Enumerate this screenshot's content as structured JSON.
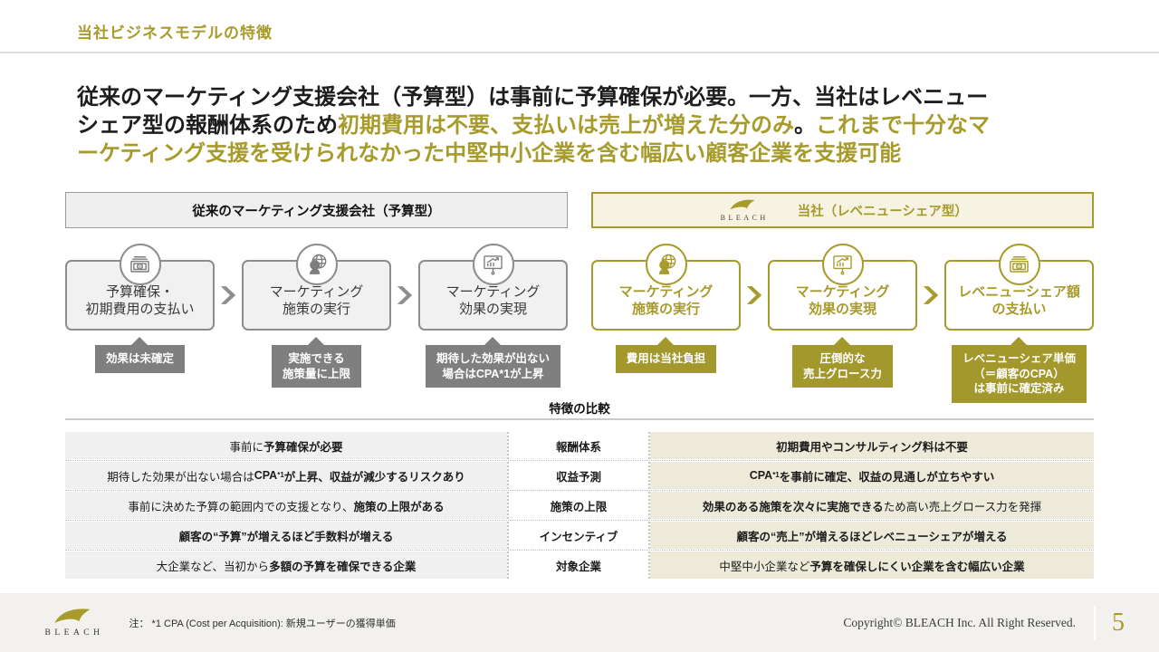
{
  "page": {
    "title": "当社ビジネスモデルの特徴",
    "brand": "BLEACH",
    "note": "注： *1 CPA (Cost per Acquisition): 新規ユーザーの獲得単価",
    "copyright": "Copyright© BLEACH Inc. All Right Reserved.",
    "page_number": "5",
    "accent_color": "#A79B2B",
    "gray_color": "#7F7F7F"
  },
  "lead": {
    "s1": "従来のマーケティング支援会社（予算型）は事前に予算確保が必要。一方、当社はレベニューシェア型の報酬体系のため",
    "s2": "初期費用は不要、支払いは売上が増えた分のみ",
    "s3": "。",
    "s4": "これまで十分なマーケティング支援を受けられなかった中堅中小企業を含む幅広い顧客企業を支援可能"
  },
  "left_model": {
    "header": "従来のマーケティング支援会社（予算型）",
    "steps": [
      {
        "icon": "money-icon",
        "lines": [
          "予算確保・",
          "初期費用の支払い"
        ]
      },
      {
        "icon": "strategy-icon",
        "lines": [
          "マーケティング",
          "施策の実行"
        ]
      },
      {
        "icon": "chart-icon",
        "lines": [
          "マーケティング",
          "効果の実現"
        ]
      }
    ],
    "callouts": [
      [
        "効果は未確定"
      ],
      [
        "実施できる",
        "施策量に上限"
      ],
      [
        "期待した効果が出ない",
        "場合はCPA*1が上昇"
      ]
    ]
  },
  "right_model": {
    "header": "当社（レベニューシェア型）",
    "steps": [
      {
        "icon": "strategy-icon",
        "lines": [
          "マーケティング",
          "施策の実行"
        ]
      },
      {
        "icon": "chart-icon",
        "lines": [
          "マーケティング",
          "効果の実現"
        ]
      },
      {
        "icon": "money-icon",
        "lines": [
          "レベニューシェア額",
          "の支払い"
        ]
      }
    ],
    "callouts": [
      [
        "費用は当社負担"
      ],
      [
        "圧倒的な",
        "売上グロース力"
      ],
      [
        "レベニューシェア単価",
        "（＝顧客のCPA）",
        "は事前に確定済み"
      ]
    ]
  },
  "comparison": {
    "caption": "特徴の比較",
    "rows": [
      {
        "label": "報酬体系",
        "left": [
          {
            "t": "事前に"
          },
          {
            "t": "予算確保が必要",
            "b": true
          }
        ],
        "right": [
          {
            "t": "初期費用やコンサルティング料は不要",
            "b": true
          }
        ]
      },
      {
        "label": "収益予測",
        "left": [
          {
            "t": "期待した効果が出ない場合は"
          },
          {
            "t": "CPA",
            "b": true
          },
          {
            "t": "*1",
            "b": true,
            "sup": true
          },
          {
            "t": "が上昇、収益が減少するリスクあり",
            "b": true
          }
        ],
        "right": [
          {
            "t": "CPA",
            "b": true
          },
          {
            "t": "*1",
            "b": true,
            "sup": true
          },
          {
            "t": "を事前に確定、収益の見通しが立ちやすい",
            "b": true
          }
        ]
      },
      {
        "label": "施策の上限",
        "left": [
          {
            "t": "事前に決めた予算の範囲内での支援となり、"
          },
          {
            "t": "施策の上限がある",
            "b": true
          }
        ],
        "right": [
          {
            "t": "効果のある施策を次々に実施できる",
            "b": true
          },
          {
            "t": "ため高い売上グロース力を発揮"
          }
        ]
      },
      {
        "label": "インセンティブ",
        "left": [
          {
            "t": "顧客の“予算”が増えるほど手数料が増える",
            "b": true
          }
        ],
        "right": [
          {
            "t": "顧客の“売上”が増えるほどレベニューシェアが増える",
            "b": true
          }
        ]
      },
      {
        "label": "対象企業",
        "left": [
          {
            "t": "大企業など、当初から"
          },
          {
            "t": "多額の予算を確保できる企業",
            "b": true
          }
        ],
        "right": [
          {
            "t": "中堅中小企業など"
          },
          {
            "t": "予算を確保しにくい企業を含む幅広い企業",
            "b": true
          }
        ]
      }
    ]
  }
}
